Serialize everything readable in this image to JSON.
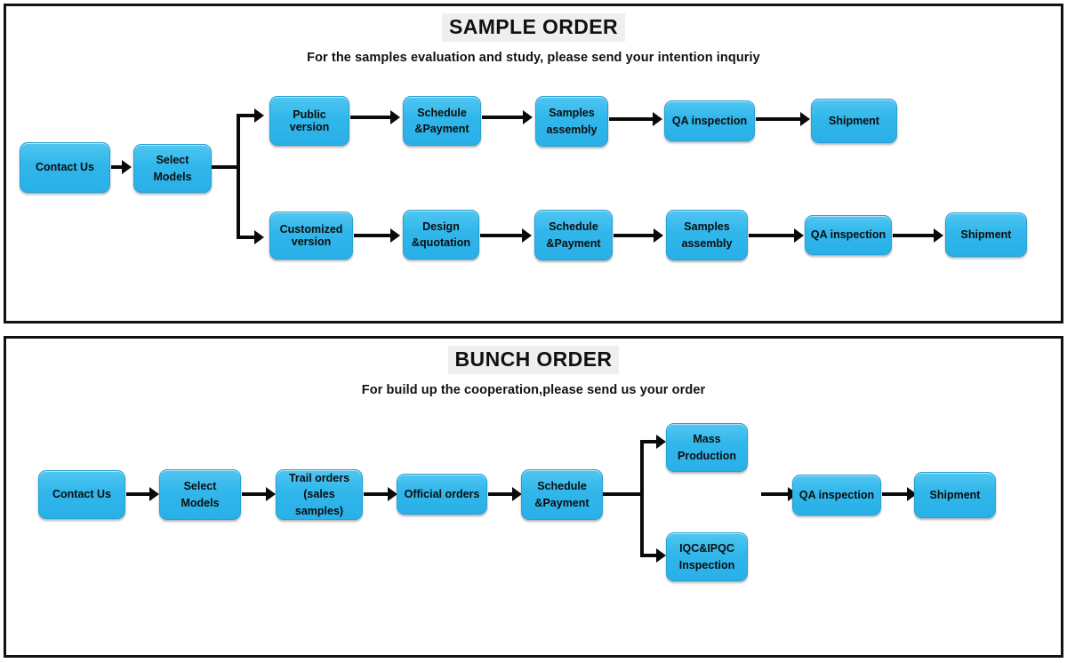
{
  "document": {
    "background_color": "#ffffff",
    "node_color": "#33b8ec",
    "node_border_color": "#2a9fd2",
    "connector_color": "#0a0a0a",
    "title_highlight_color": "#efefef",
    "text_color": "#111111"
  },
  "sections": [
    {
      "id": "sample-order",
      "title": "SAMPLE ORDER",
      "subtitle": "For the samples evaluation and study, please send your intention inquriy",
      "nodes": [
        {
          "id": "contact-us",
          "label": "Contact Us"
        },
        {
          "id": "select-models",
          "label": "Select\nModels"
        },
        {
          "id": "public-version",
          "label": "Public\nversion"
        },
        {
          "id": "schedule-payment-1",
          "label": "Schedule\n&Payment"
        },
        {
          "id": "samples-assembly-1",
          "label": "Samples\nassembly"
        },
        {
          "id": "qa-inspection-1",
          "label": "QA inspection"
        },
        {
          "id": "shipment-1",
          "label": "Shipment"
        },
        {
          "id": "customized-version",
          "label": "Customized\nversion"
        },
        {
          "id": "design-quotation",
          "label": "Design\n&quotation"
        },
        {
          "id": "schedule-payment-2",
          "label": "Schedule\n&Payment"
        },
        {
          "id": "samples-assembly-2",
          "label": "Samples\nassembly"
        },
        {
          "id": "qa-inspection-2",
          "label": "QA inspection"
        },
        {
          "id": "shipment-2",
          "label": "Shipment"
        }
      ]
    },
    {
      "id": "bunch-order",
      "title": "BUNCH ORDER",
      "subtitle": "For build up the cooperation,please send us your order",
      "nodes": [
        {
          "id": "contact-us-b",
          "label": "Contact Us"
        },
        {
          "id": "select-models-b",
          "label": "Select\nModels"
        },
        {
          "id": "trail-orders",
          "label": "Trail orders\n(sales samples)"
        },
        {
          "id": "official-orders",
          "label": "Official orders"
        },
        {
          "id": "schedule-payment-b",
          "label": "Schedule\n&Payment"
        },
        {
          "id": "mass-production",
          "label": "Mass\nProduction"
        },
        {
          "id": "iqc-ipqc",
          "label": "IQC&IPQC\nInspection"
        },
        {
          "id": "qa-inspection-b",
          "label": "QA inspection"
        },
        {
          "id": "shipment-b",
          "label": "Shipment"
        }
      ]
    }
  ]
}
